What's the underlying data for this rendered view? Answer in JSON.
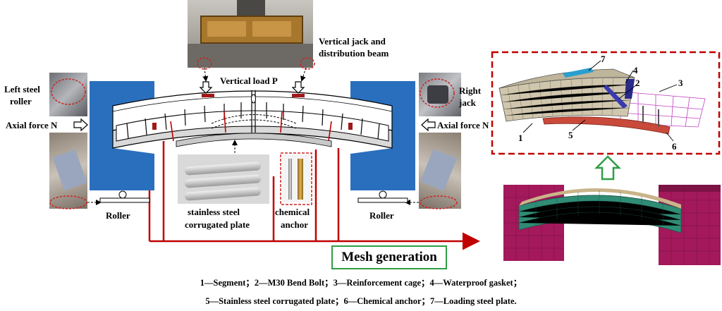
{
  "labels": {
    "vertical_jack": "Vertical jack and",
    "distribution_beam": "distribution beam",
    "vertical_load": "Vertical load P",
    "left_steel": "Left steel",
    "roller_word": "roller",
    "axial_left": "Axial force N",
    "right": "Right",
    "jack": "jack",
    "axial_right": "Axial force N",
    "roller_left": "Roller",
    "roller_right": "Roller",
    "plate_line1": "stainless steel",
    "plate_line2": "corrugated plate",
    "anchor_line1": "chemical",
    "anchor_line2": "anchor",
    "mesh_generation": "Mesh generation"
  },
  "fem_callouts": {
    "n1": "1",
    "n2": "2",
    "n3": "3",
    "n4": "4",
    "n5": "5",
    "n6": "6",
    "n7": "7"
  },
  "caption": {
    "line1": "1—Segment；2—M30 Bend Bolt；3—Reinforcement cage；4—Waterproof gasket；",
    "line2": "5—Stainless steel corrugated plate；6—Chemical anchor；7—Loading steel plate."
  },
  "colors": {
    "reaction_frame": "#2a6fbe",
    "red_lines": "#c00000",
    "dashed_red": "#d02020",
    "mesh_box_border": "#2f9e44",
    "fem_segment": "#2f8c75",
    "fem_block": "#a3195b",
    "fem_concrete": "#cfc6ad",
    "fem_cage": "#c040c0"
  }
}
